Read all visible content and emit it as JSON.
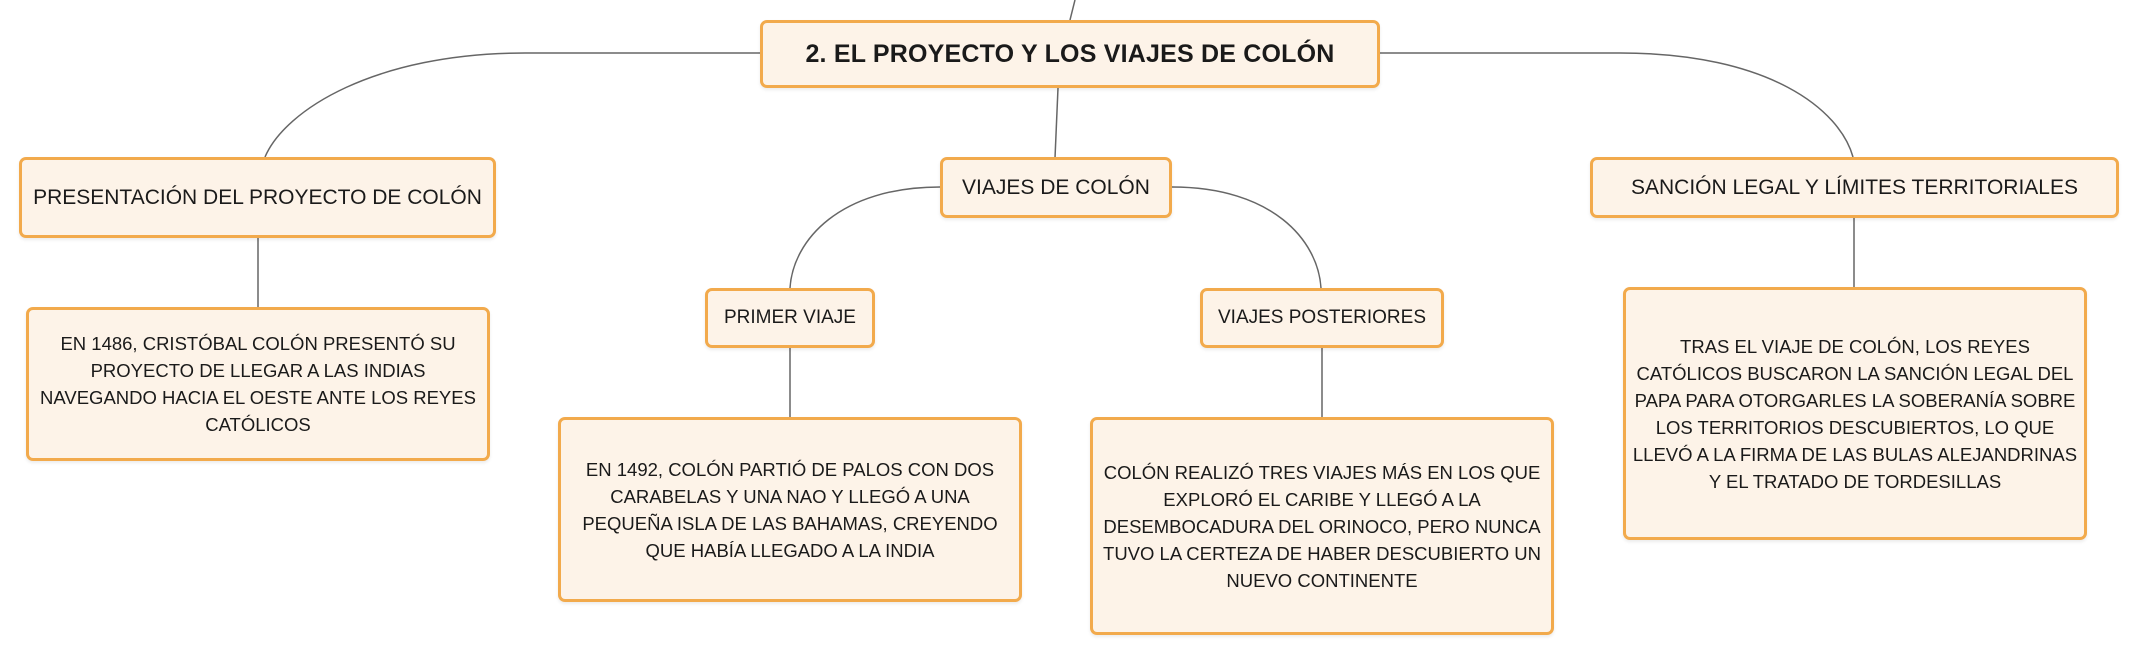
{
  "colors": {
    "node_fill": "#fdf3e8",
    "node_border": "#f2aa4c",
    "connector": "#666666"
  },
  "root": {
    "label": "2. EL PROYECTO Y LOS VIAJES DE COLÓN"
  },
  "branches": {
    "presentation": {
      "label": "PRESENTACIÓN DEL PROYECTO DE COLÓN",
      "detail": "EN 1486, CRISTÓBAL COLÓN PRESENTÓ SU PROYECTO DE LLEGAR A LAS INDIAS NAVEGANDO HACIA EL OESTE ANTE LOS REYES CATÓLICOS"
    },
    "voyages": {
      "label": "VIAJES DE COLÓN",
      "first": {
        "label": "PRIMER VIAJE",
        "detail": "EN 1492, COLÓN PARTIÓ DE PALOS CON DOS CARABELAS Y UNA NAO Y LLEGÓ A UNA PEQUEÑA ISLA DE LAS BAHAMAS, CREYENDO QUE HABÍA LLEGADO A LA INDIA"
      },
      "later": {
        "label": "VIAJES POSTERIORES",
        "detail": "COLÓN REALIZÓ TRES VIAJES MÁS EN LOS QUE EXPLORÓ EL CARIBE Y LLEGÓ A LA DESEMBOCADURA DEL ORINOCO, PERO NUNCA TUVO LA CERTEZA DE HABER DESCUBIERTO UN NUEVO CONTINENTE"
      }
    },
    "sanction": {
      "label": "SANCIÓN LEGAL Y LÍMITES TERRITORIALES",
      "detail": "TRAS EL VIAJE DE COLÓN, LOS REYES CATÓLICOS BUSCARON LA SANCIÓN LEGAL DEL PAPA PARA OTORGARLES LA SOBERANÍA SOBRE LOS TERRITORIOS DESCUBIERTOS, LO QUE LLEVÓ A LA FIRMA DE LAS BULAS ALEJANDRINAS Y EL TRATADO DE TORDESILLAS"
    }
  }
}
